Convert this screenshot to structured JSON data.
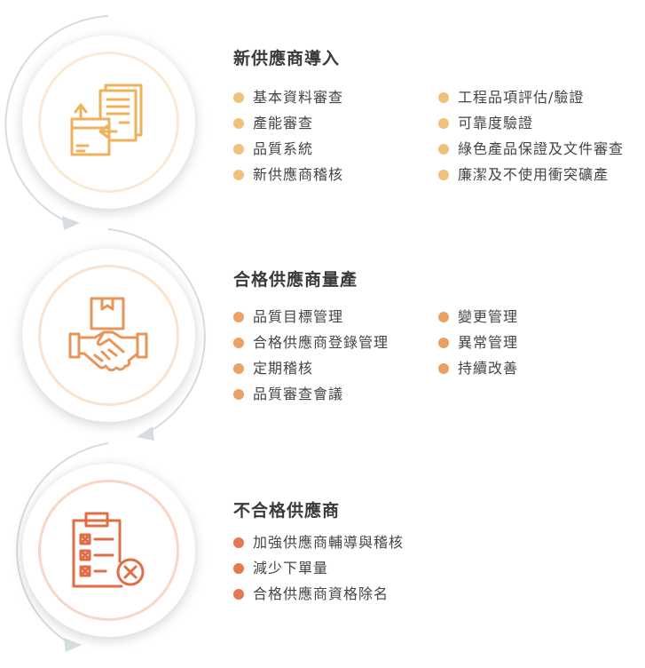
{
  "colors": {
    "stage1": "#f0c17a",
    "stage2": "#eba064",
    "stage3": "#e5784e"
  },
  "stages": [
    {
      "title": "新供應商導入",
      "icon": "supplier-onboarding-icon",
      "items_left": [
        "基本資料審查",
        "產能審查",
        "品質系統",
        "新供應商稽核"
      ],
      "items_right": [
        "工程品項評估/驗證",
        "可靠度驗證",
        "綠色產品保證及文件審查",
        "廉潔及不使用衝突礦產"
      ]
    },
    {
      "title": "合格供應商量產",
      "icon": "handshake-box-icon",
      "items_left": [
        "品質目標管理",
        "合格供應商登錄管理",
        "定期稽核",
        "品質審查會議"
      ],
      "items_right": [
        "變更管理",
        "異常管理",
        "持續改善"
      ]
    },
    {
      "title": "不合格供應商",
      "icon": "rejected-checklist-icon",
      "items_left": [
        "加強供應商輔導與稽核",
        "減少下單量",
        "合格供應商資格除名"
      ],
      "items_right": []
    }
  ]
}
